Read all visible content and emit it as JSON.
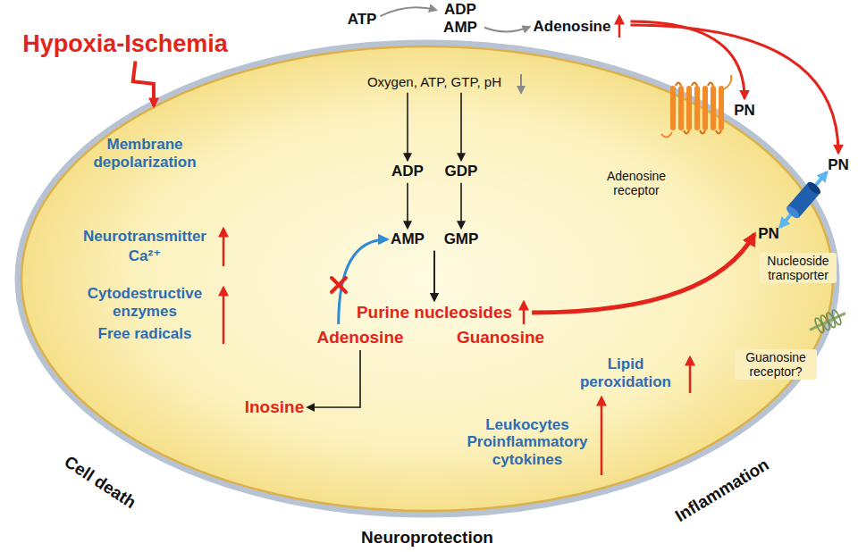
{
  "diagram": {
    "nodes": [
      {
        "text": [
          "Cell death",
          "Neuroprotection",
          "Inflammation"
        ]
      },
      {
        "text": [
          "Hypoxia-Ischemia"
        ]
      },
      {
        "text": [
          "ATP"
        ]
      },
      {
        "text": [
          "ADP AMP"
        ]
      },
      {
        "text": [
          "Adenosine"
        ]
      },
      {
        "text": [
          "PN"
        ]
      },
      {
        "text": [
          "PN"
        ]
      },
      {
        "text": [
          "Oxygen, ATP, GTP, pH"
        ],
        "in": 0
      },
      {
        "text": [
          "ADP"
        ],
        "in": 0
      },
      {
        "text": [
          "GDP"
        ],
        "in": 0
      },
      {
        "text": [
          "AMP"
        ],
        "in": 0
      },
      {
        "text": [
          "GMP"
        ],
        "in": 0
      },
      {
        "text": [
          "Purine nucleosides"
        ],
        "in": 0
      },
      {
        "text": [
          "Adenosine"
        ],
        "in": 0
      },
      {
        "text": [
          "Guanosine"
        ],
        "in": 0
      },
      {
        "text": [
          "Inosine"
        ],
        "in": 0
      },
      {
        "text": [
          "PN"
        ],
        "in": 0
      }
    ],
    "edges": [
      {
        "from": 1,
        "to": 0,
        "arrow": "to"
      },
      {
        "from": 2,
        "to": 3,
        "arrow": "to"
      },
      {
        "from": 3,
        "to": 4,
        "arrow": "to"
      },
      {
        "from": 4,
        "to": 5,
        "arrow": "to"
      },
      {
        "from": 4,
        "to": 6,
        "arrow": "to"
      },
      {
        "from": 7,
        "to": 8,
        "arrow": "to"
      },
      {
        "from": 7,
        "to": 9,
        "arrow": "to"
      },
      {
        "from": 8,
        "to": 10,
        "arrow": "to"
      },
      {
        "from": 9,
        "to": 11,
        "arrow": "to"
      },
      {
        "from": 10,
        "to": 12,
        "arrow": "to"
      },
      {
        "from": 11,
        "to": 12,
        "arrow": "to"
      },
      {
        "from": 13,
        "to": 10,
        "arrow": "to"
      },
      {
        "from": 13,
        "to": 15,
        "arrow": "to"
      },
      {
        "from": 12,
        "to": 16,
        "arrow": "to"
      },
      {
        "from": 16,
        "to": 6,
        "arrow": "both"
      }
    ],
    "labels": [
      "Membrane depolarization",
      "Neurotransmitter",
      "Ca²⁺",
      "Cytodestructive enzymes",
      "Free radicals",
      "Lipid peroxidation",
      "Leukocytes Proinflammatory cytokines",
      "Adenosine receptor",
      "Nucleoside transporter",
      "Guanosine receptor?"
    ]
  }
}
